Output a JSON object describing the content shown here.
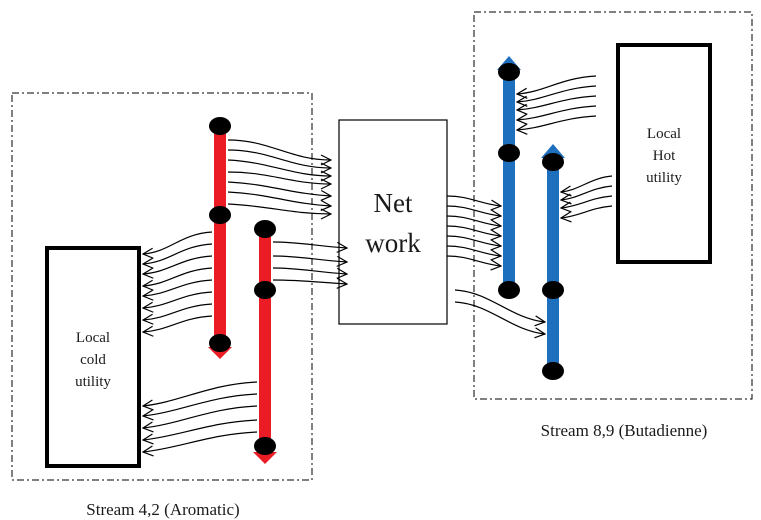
{
  "network": {
    "lines": [
      "Net",
      "work"
    ]
  },
  "hot_utility": {
    "lines": [
      "Local",
      "Hot",
      "utility"
    ]
  },
  "cold_utility": {
    "lines": [
      "Local",
      "cold",
      "utility"
    ]
  },
  "aromatic_group": {
    "caption": "Stream 4,2 (Aromatic)",
    "color": "#ec1c24"
  },
  "butadiene_group": {
    "caption": "Stream 8,9 (Butadienne)",
    "color": "#1f6fbf"
  }
}
